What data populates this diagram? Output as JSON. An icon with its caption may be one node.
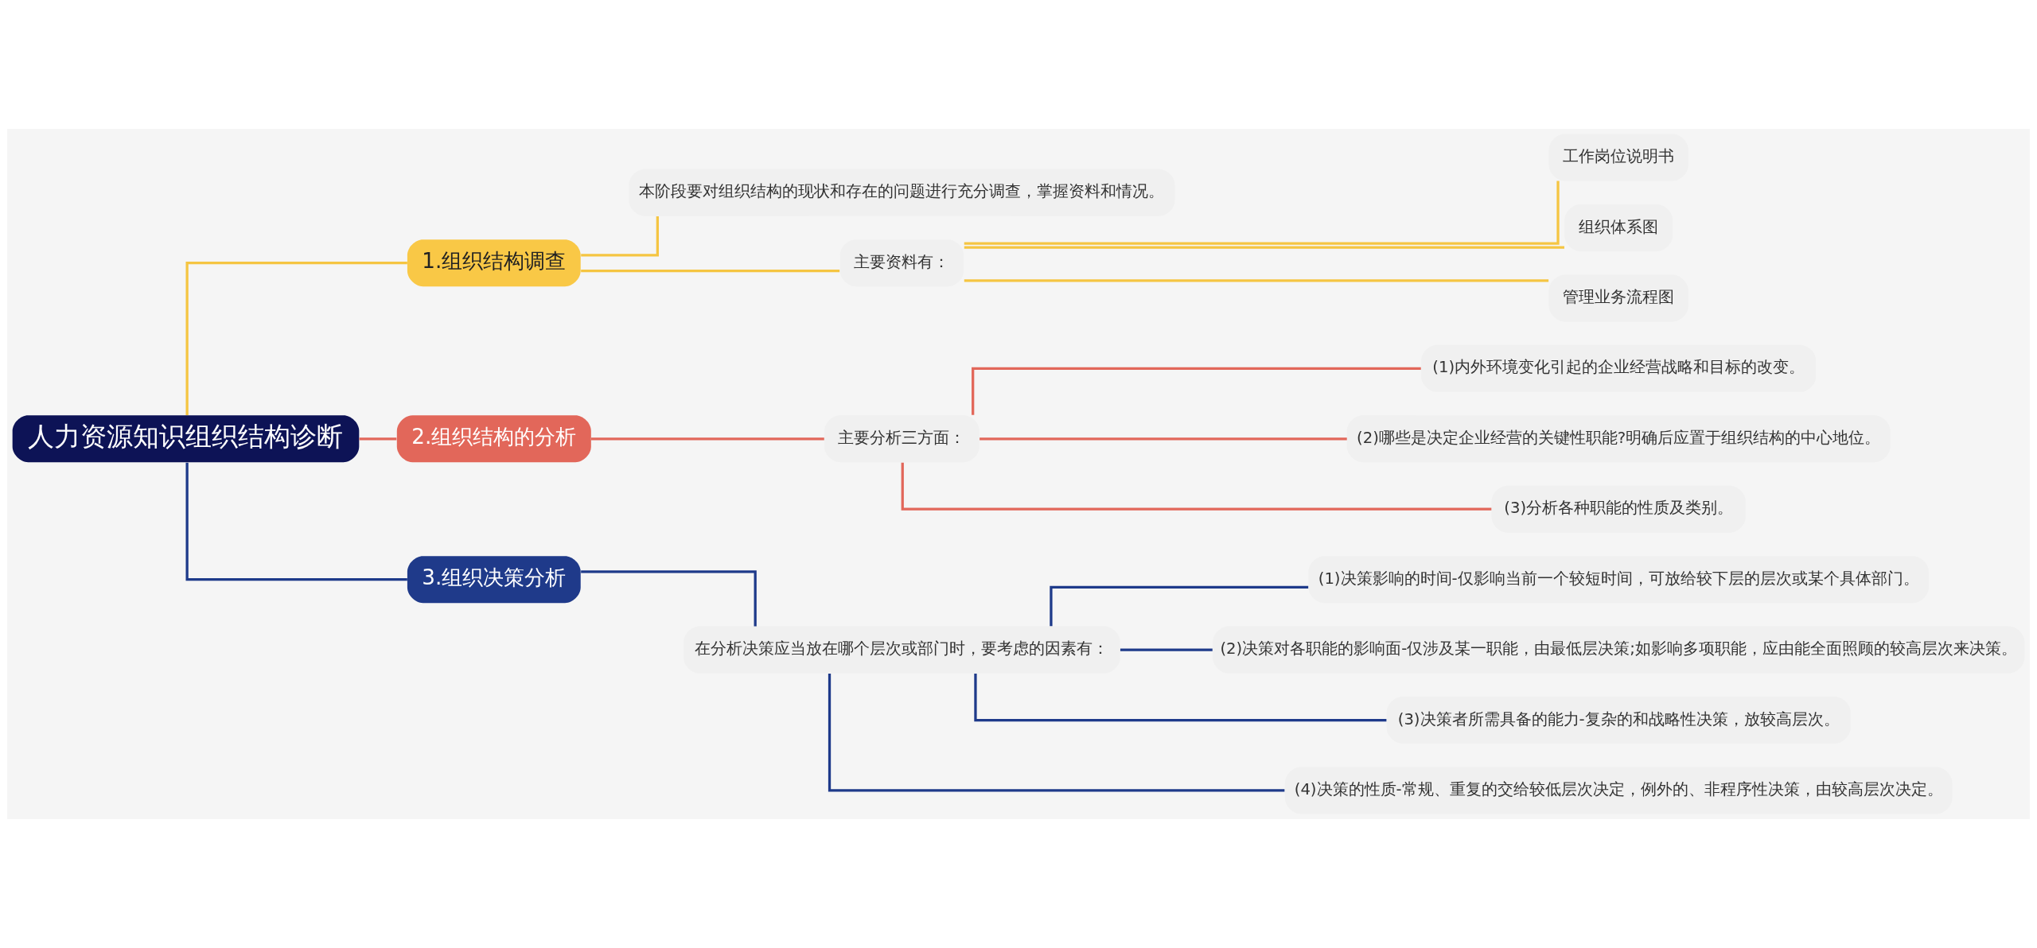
{
  "diagram": {
    "nodes": [
      {
        "text": [
          "人力资源知识组织结构诊断"
        ]
      },
      {
        "text": [
          "1.组织结构调查"
        ]
      },
      {
        "text": [
          "本阶段要对组织结构的现状和存在的问题进行充分调查，掌握资料和情况。"
        ]
      },
      {
        "text": [
          "主要资料有："
        ]
      },
      {
        "text": [
          "工作岗位说明书"
        ]
      },
      {
        "text": [
          "组织体系图"
        ]
      },
      {
        "text": [
          "管理业务流程图"
        ]
      },
      {
        "text": [
          "2.组织结构的分析"
        ]
      },
      {
        "text": [
          "主要分析三方面："
        ]
      },
      {
        "text": [
          "(1)内外环境变化引起的企业经营战略和目标的改变。"
        ]
      },
      {
        "text": [
          "(2)哪些是决定企业经营的关键性职能?明确后应置于组织结构的中心地位。"
        ]
      },
      {
        "text": [
          "(3)分析各种职能的性质及类别。"
        ]
      },
      {
        "text": [
          "3.组织决策分析"
        ]
      },
      {
        "text": [
          "在分析决策应当放在哪个层次或部门时，要考虑的因素有："
        ]
      },
      {
        "text": [
          "(1)决策影响的时间-仅影响当前一个较短时间，可放给较下层的层次或某个具体部门。"
        ]
      },
      {
        "text": [
          "(2)决策对各职能的影响面-仅涉及某一职能，由最低层决策;如影响多项职能，应由能全面照顾的较高层次来决策。"
        ]
      },
      {
        "text": [
          "(3)决策者所需具备的能力-复杂的和战略性决策，放较高层次。"
        ]
      },
      {
        "text": [
          "(4)决策的性质-常规、重复的交给较低层次决定，例外的、非程序性决策，由较高层次决定。"
        ]
      }
    ],
    "edges": [
      {
        "from": 0,
        "to": 1,
        "arrow": "none",
        "color": "#f5c542"
      },
      {
        "from": 1,
        "to": 2,
        "arrow": "none",
        "color": "#f5c542"
      },
      {
        "from": 1,
        "to": 3,
        "arrow": "none",
        "color": "#f5c542"
      },
      {
        "from": 3,
        "to": 4,
        "arrow": "none",
        "color": "#f5c542"
      },
      {
        "from": 3,
        "to": 5,
        "arrow": "none",
        "color": "#f5c542"
      },
      {
        "from": 3,
        "to": 6,
        "arrow": "none",
        "color": "#f5c542"
      },
      {
        "from": 0,
        "to": 7,
        "arrow": "none",
        "color": "#e2675a"
      },
      {
        "from": 7,
        "to": 8,
        "arrow": "none",
        "color": "#e2675a"
      },
      {
        "from": 8,
        "to": 9,
        "arrow": "none",
        "color": "#e2675a"
      },
      {
        "from": 8,
        "to": 10,
        "arrow": "none",
        "color": "#e2675a"
      },
      {
        "from": 8,
        "to": 11,
        "arrow": "none",
        "color": "#e2675a"
      },
      {
        "from": 0,
        "to": 12,
        "arrow": "none",
        "color": "#1e3a8a"
      },
      {
        "from": 12,
        "to": 13,
        "arrow": "none",
        "color": "#1e3a8a"
      },
      {
        "from": 13,
        "to": 14,
        "arrow": "none",
        "color": "#1e3a8a"
      },
      {
        "from": 13,
        "to": 15,
        "arrow": "none",
        "color": "#1e3a8a"
      },
      {
        "from": 13,
        "to": 16,
        "arrow": "none",
        "color": "#1e3a8a"
      },
      {
        "from": 13,
        "to": 17,
        "arrow": "none",
        "color": "#1e3a8a"
      }
    ]
  }
}
